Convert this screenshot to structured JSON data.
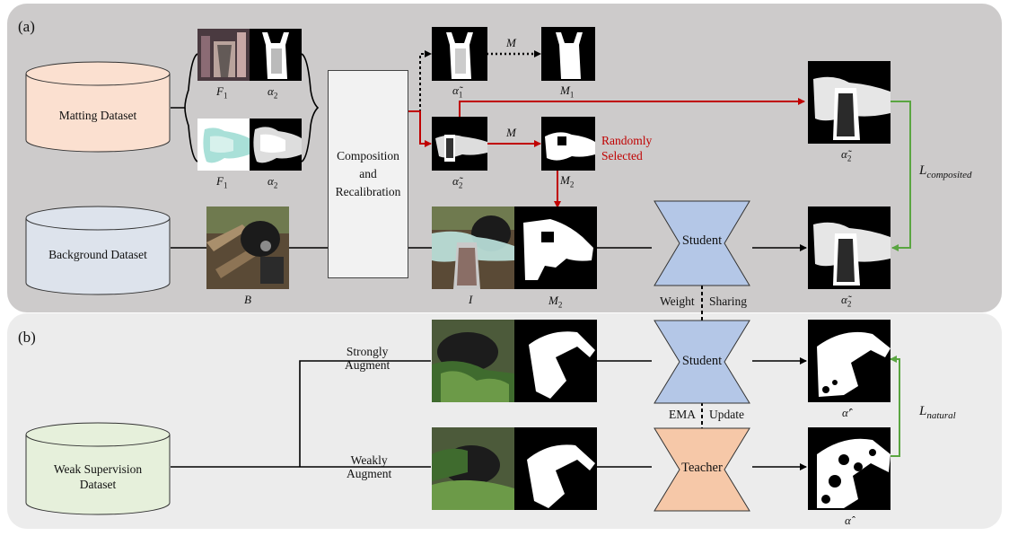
{
  "panels": {
    "a_label": "(a)",
    "b_label": "(b)"
  },
  "datasets": {
    "matting": "Matting Dataset",
    "background": "Background Dataset",
    "weak_line1": "Weak Supervision",
    "weak_line2": "Dataset"
  },
  "composition": {
    "line1": "Composition",
    "line2": "and",
    "line3": "Recalibration"
  },
  "captions": {
    "f1_top": "F",
    "f1_top_sub": "1",
    "alpha2_top": "α",
    "alpha2_top_sub": "2",
    "f1_bottom": "F",
    "f1_bottom_sub": "1",
    "alpha2_bottom": "α",
    "alpha2_bottom_sub": "2",
    "b": "B",
    "alpha1_tilde": "α̃",
    "alpha1_tilde_sub": "1",
    "m1": "M",
    "m1_sub": "1",
    "alpha2_tilde_mid": "α̃",
    "alpha2_tilde_mid_sub": "2",
    "m2_mid": "M",
    "m2_mid_sub": "2",
    "i": "I",
    "m2_bottom": "M",
    "m2_bottom_sub": "2",
    "alpha2_tilde_right_top": "α̃",
    "alpha2_tilde_right_top_sub": "2",
    "alpha2_tilde_right_bottom": "α̃",
    "alpha2_tilde_right_bottom_sub": "2",
    "alpha_hat_prime": "α̂′",
    "alpha_hat": "α̂"
  },
  "arrows": {
    "m_top": "M",
    "m_mid": "M"
  },
  "annotations": {
    "randomly_line1": "Randomly",
    "randomly_line2": "Selected",
    "weight": "Weight",
    "sharing": "Sharing",
    "ema": "EMA",
    "update": "Update",
    "strong_line1": "Strongly",
    "strong_line2": "Augment",
    "weak_line1": "Weakly",
    "weak_line2": "Augment"
  },
  "losses": {
    "composited_main": "L",
    "composited_sub": "composited",
    "natural_main": "L",
    "natural_sub": "natural"
  },
  "networks": {
    "student_a": "Student",
    "student_b": "Student",
    "teacher": "Teacher"
  },
  "colors": {
    "matting_db": "#fbe0d0",
    "background_db": "#dde3ec",
    "weak_db": "#e6f0db",
    "student": "#b4c7e7",
    "teacher": "#f6c8a8",
    "red_arrow": "#c00000",
    "green_arrow": "#5aa541"
  }
}
